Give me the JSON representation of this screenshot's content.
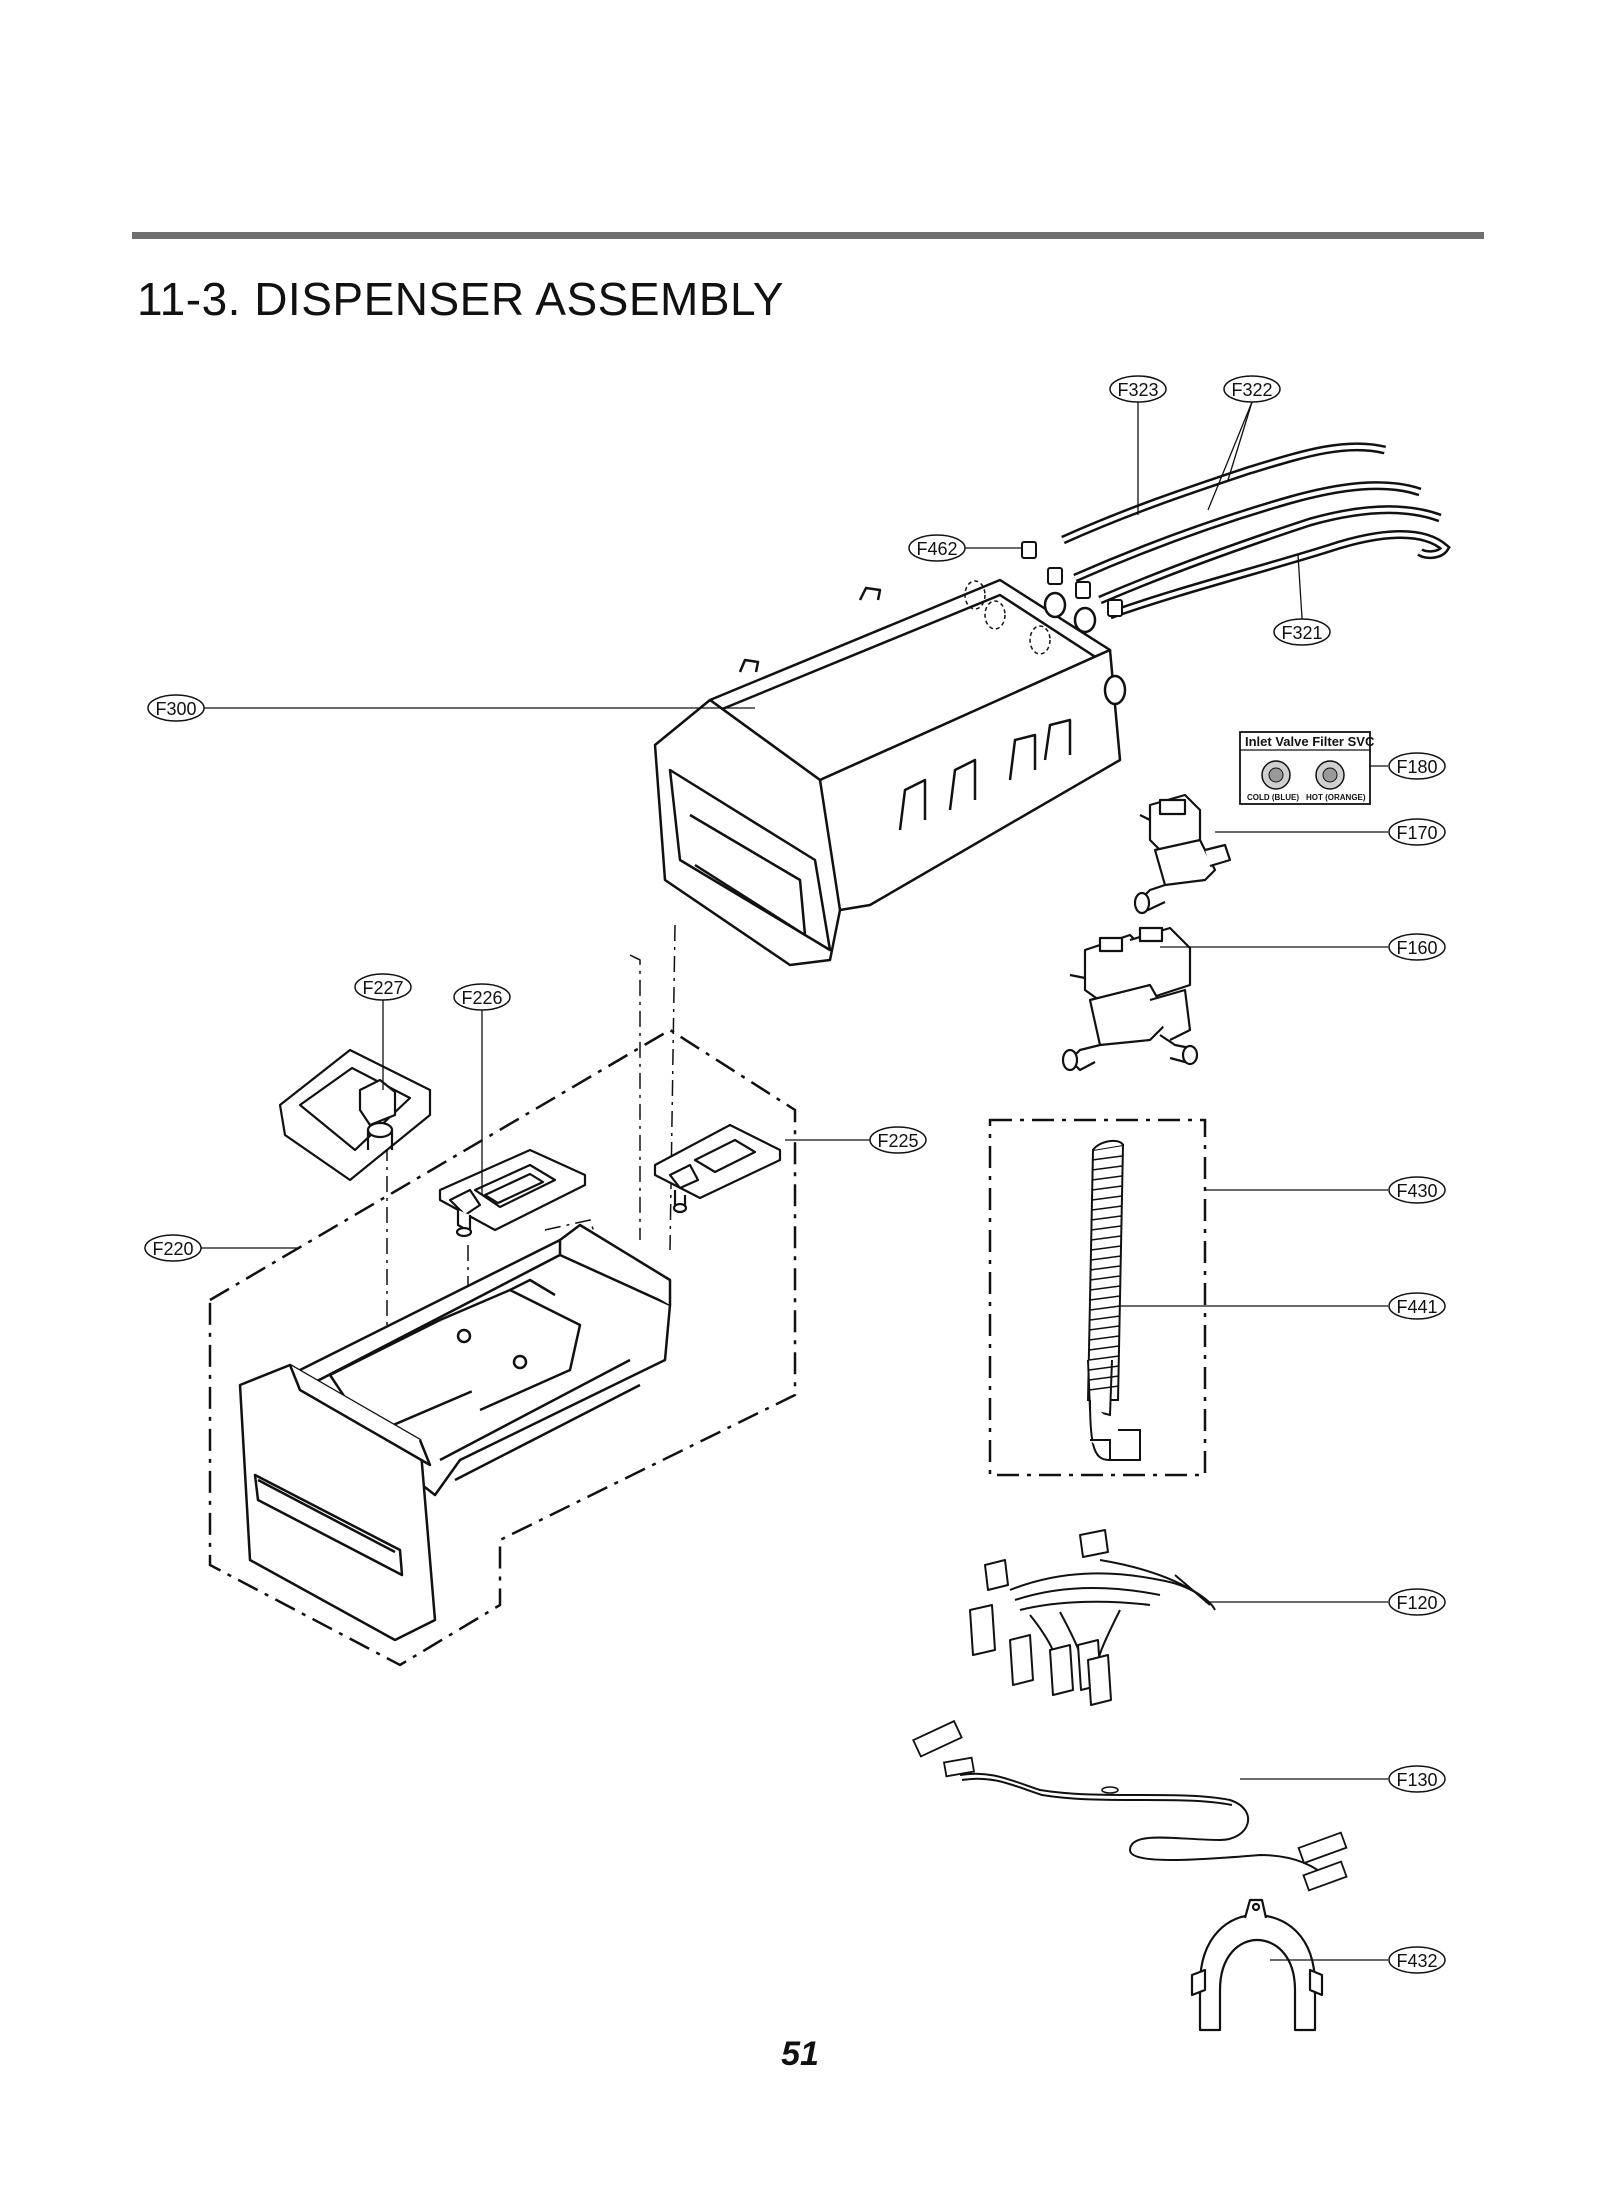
{
  "header": {
    "title": "11-3. DISPENSER ASSEMBLY"
  },
  "footer": {
    "page_number": "51"
  },
  "callouts": {
    "F323": "F323",
    "F322": "F322",
    "F462": "F462",
    "F321": "F321",
    "F300": "F300",
    "F180": "F180",
    "F170": "F170",
    "F160": "F160",
    "F227": "F227",
    "F226": "F226",
    "F225": "F225",
    "F220": "F220",
    "F430": "F430",
    "F441": "F441",
    "F120": "F120",
    "F130": "F130",
    "F432": "F432"
  },
  "filter_box": {
    "title": "Inlet Valve Filter SVC",
    "cold_label": "COLD (BLUE)",
    "hot_label": "HOT (ORANGE)"
  }
}
